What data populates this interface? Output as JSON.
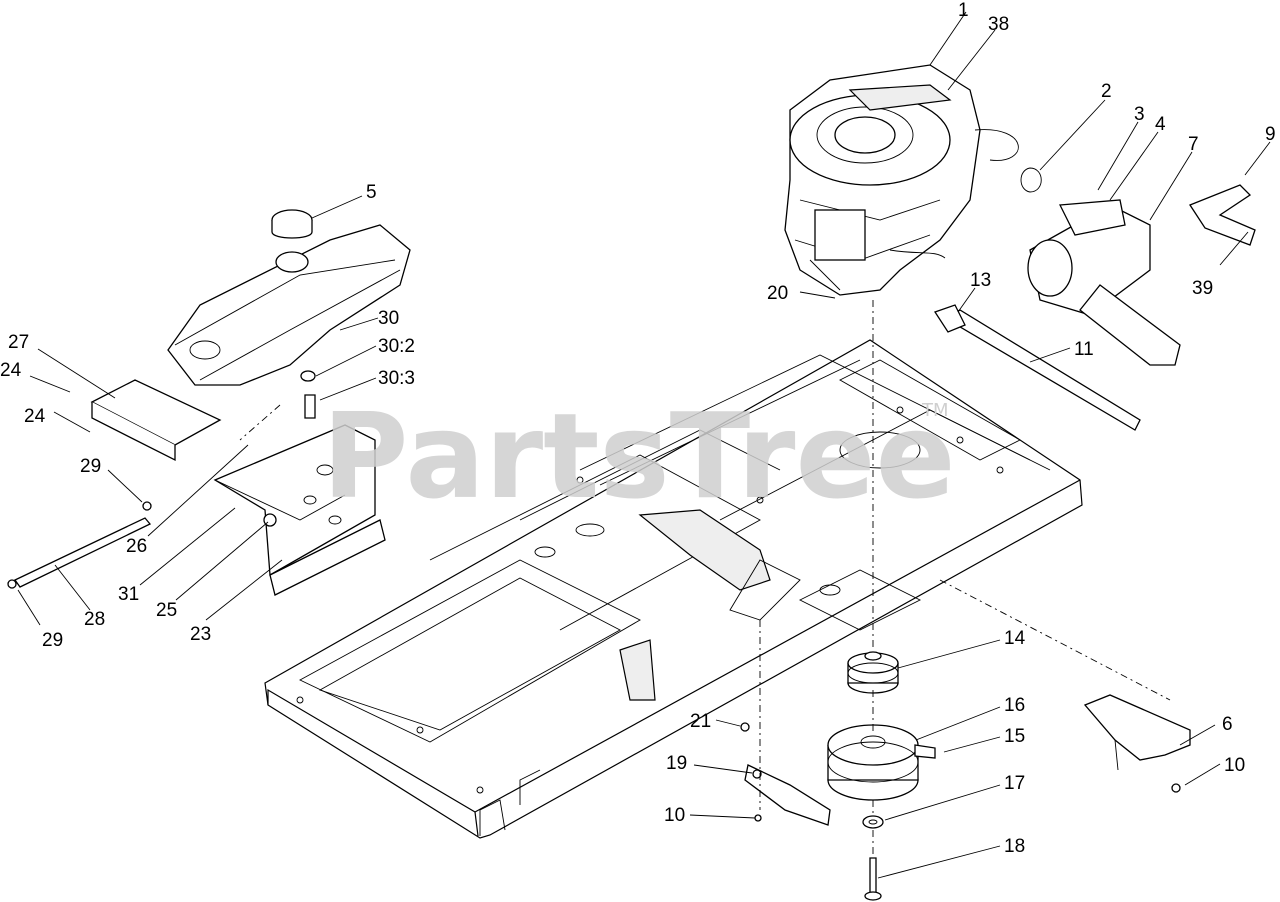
{
  "watermark": {
    "text": "PartsTree",
    "trademark": "TM"
  },
  "callouts": [
    {
      "id": "1",
      "text": "1"
    },
    {
      "id": "38",
      "text": "38"
    },
    {
      "id": "2",
      "text": "2"
    },
    {
      "id": "3",
      "text": "3"
    },
    {
      "id": "4",
      "text": "4"
    },
    {
      "id": "7",
      "text": "7"
    },
    {
      "id": "9",
      "text": "9"
    },
    {
      "id": "39",
      "text": "39"
    },
    {
      "id": "5",
      "text": "5"
    },
    {
      "id": "13",
      "text": "13"
    },
    {
      "id": "20",
      "text": "20"
    },
    {
      "id": "11",
      "text": "11"
    },
    {
      "id": "30",
      "text": "30"
    },
    {
      "id": "30_2",
      "text": "30:2"
    },
    {
      "id": "30_3",
      "text": "30:3"
    },
    {
      "id": "27",
      "text": "27"
    },
    {
      "id": "24a",
      "text": "24"
    },
    {
      "id": "24b",
      "text": "24"
    },
    {
      "id": "29a",
      "text": "29"
    },
    {
      "id": "26",
      "text": "26"
    },
    {
      "id": "31",
      "text": "31"
    },
    {
      "id": "25",
      "text": "25"
    },
    {
      "id": "23",
      "text": "23"
    },
    {
      "id": "28",
      "text": "28"
    },
    {
      "id": "29b",
      "text": "29"
    },
    {
      "id": "14",
      "text": "14"
    },
    {
      "id": "16",
      "text": "16"
    },
    {
      "id": "15",
      "text": "15"
    },
    {
      "id": "6",
      "text": "6"
    },
    {
      "id": "10a",
      "text": "10"
    },
    {
      "id": "21",
      "text": "21"
    },
    {
      "id": "19",
      "text": "19"
    },
    {
      "id": "17",
      "text": "17"
    },
    {
      "id": "10b",
      "text": "10"
    },
    {
      "id": "18",
      "text": "18"
    }
  ]
}
